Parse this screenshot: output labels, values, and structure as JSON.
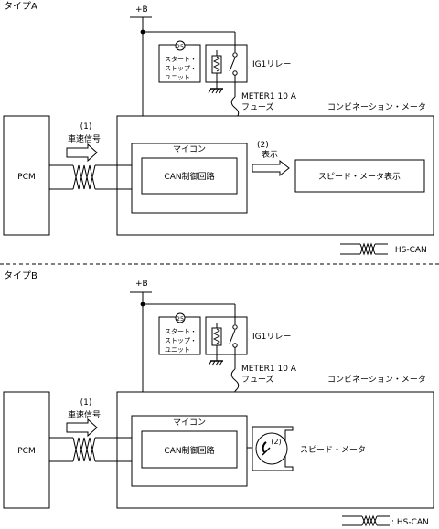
{
  "typeA": {
    "title": "タイプA",
    "plus_b": "+B",
    "ssu": [
      "スタート・",
      "ストップ・",
      "ユニット"
    ],
    "ssu_badge": "25",
    "ig1_relay": "IG1リレー",
    "fuse_line1": "METER1 10 A",
    "fuse_line2": "フューズ",
    "combination_meter": "コンビネーション・メータ",
    "pcm": "PCM",
    "signal_num": "(1)",
    "signal_label": "車速信号",
    "mcu": "マイコン",
    "can_circuit": "CAN制御回路",
    "display_num": "(2)",
    "display_label": "表示",
    "speedometer_display": "スピード・メータ表示",
    "legend": ": HS-CAN"
  },
  "typeB": {
    "title": "タイプB",
    "plus_b": "+B",
    "ssu": [
      "スタート・",
      "ストップ・",
      "ユニット"
    ],
    "ssu_badge": "25",
    "ig1_relay": "IG1リレー",
    "fuse_line1": "METER1 10 A",
    "fuse_line2": "フューズ",
    "combination_meter": "コンビネーション・メータ",
    "pcm": "PCM",
    "signal_num": "(1)",
    "signal_label": "車速信号",
    "mcu": "マイコン",
    "can_circuit": "CAN制御回路",
    "gauge_num": "(2)",
    "speedometer": "スピード・メータ",
    "legend": ": HS-CAN"
  }
}
